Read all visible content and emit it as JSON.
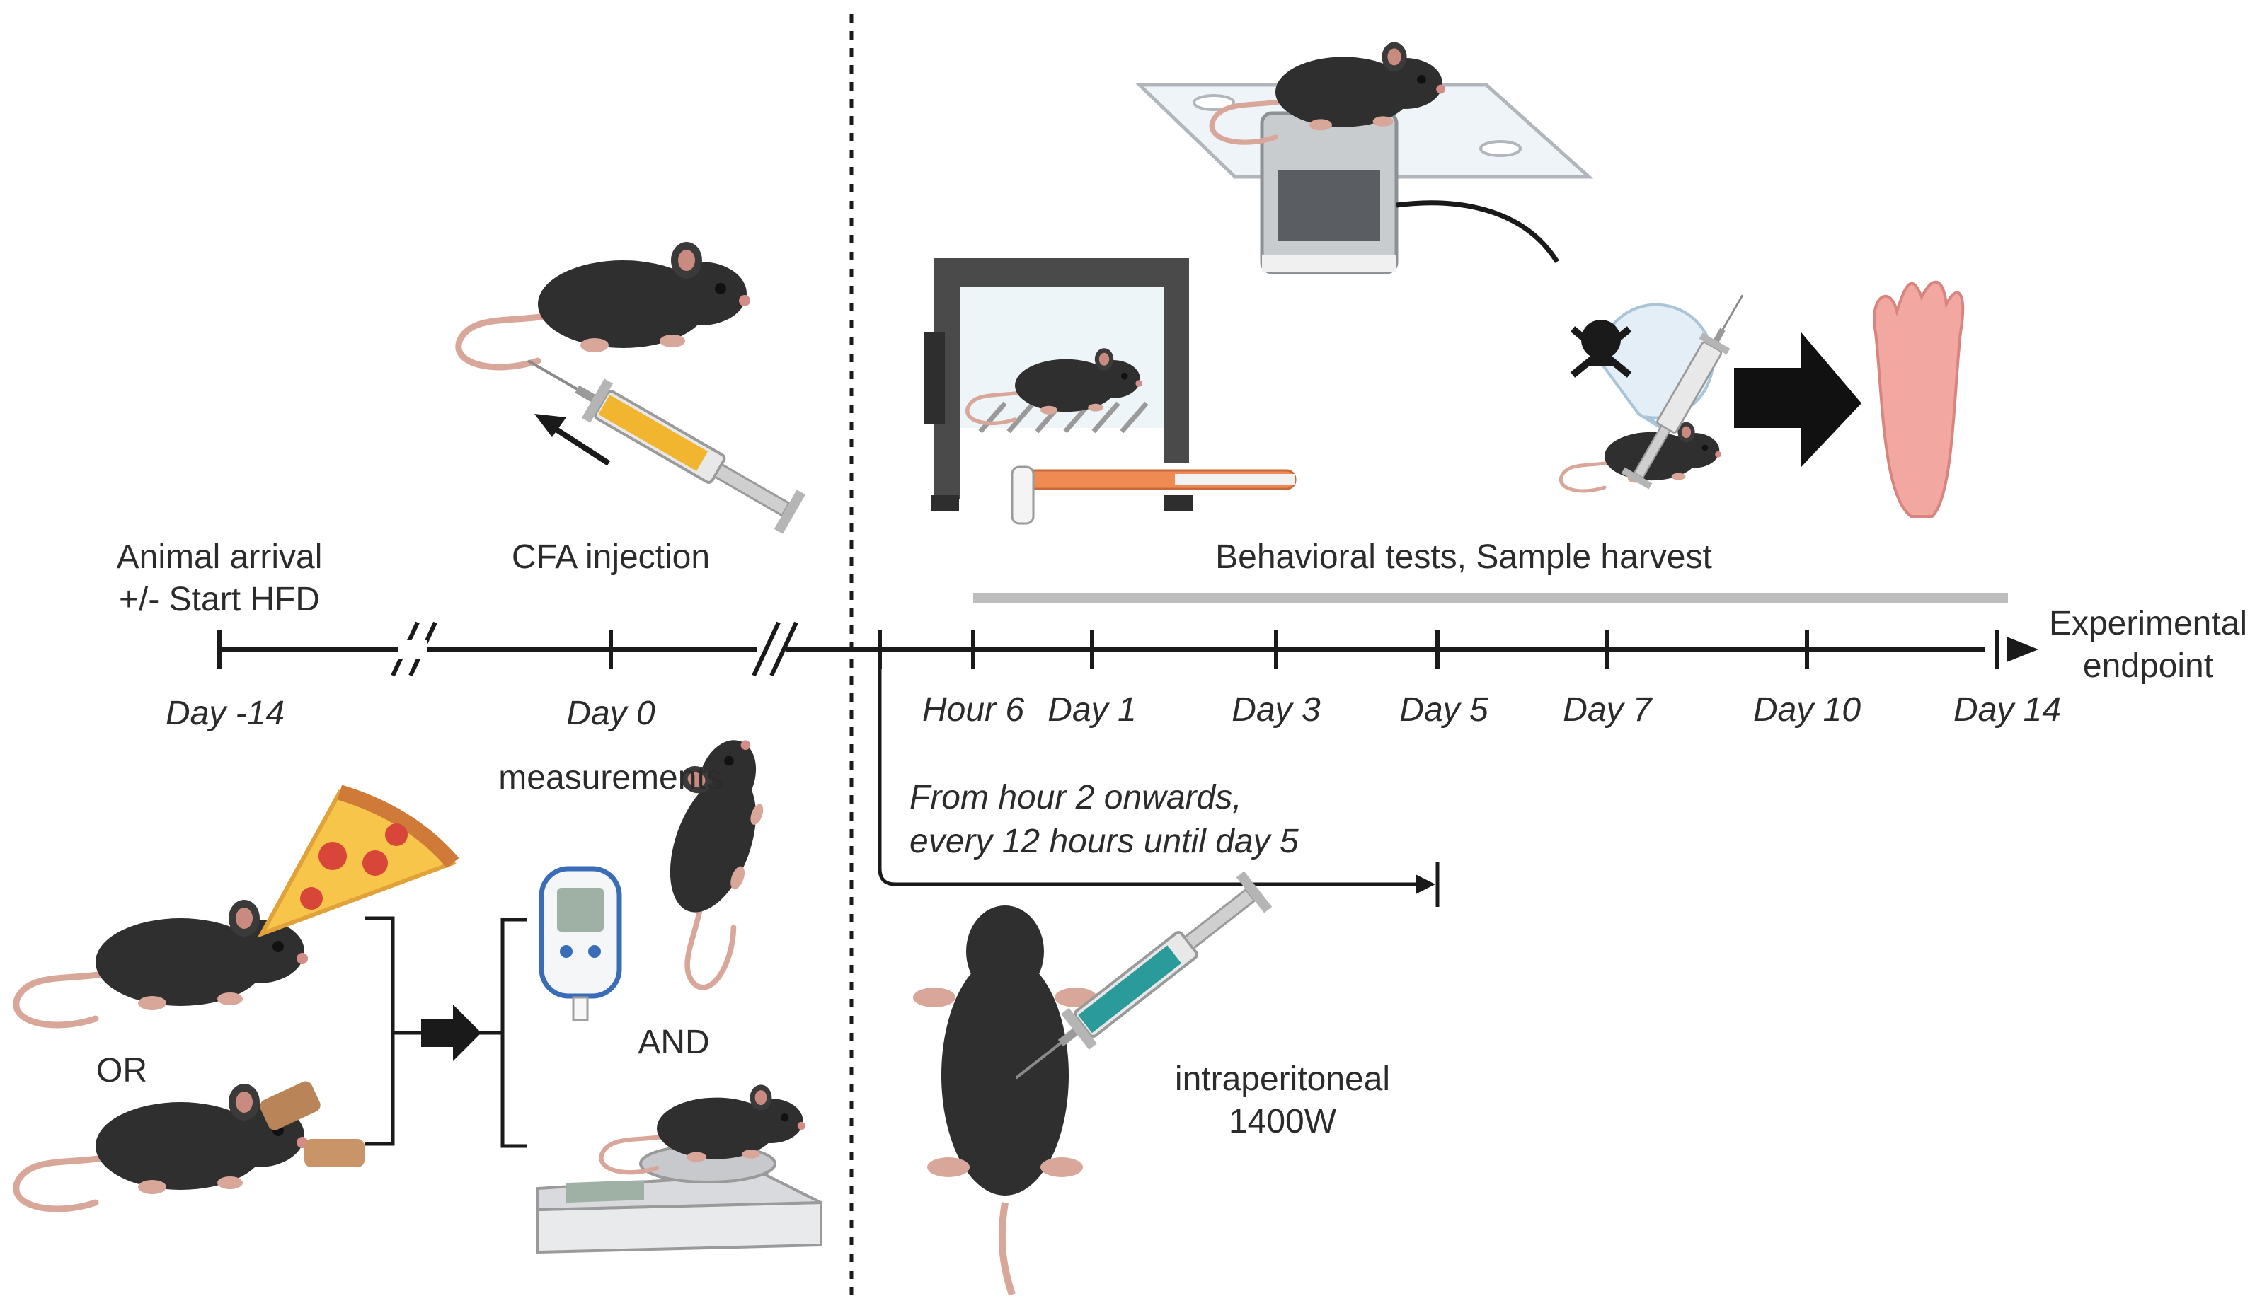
{
  "left_labels": {
    "arrival_line1": "Animal arrival",
    "arrival_line2": "+/- Start HFD",
    "cfa": "CFA injection",
    "measurements": "measurements",
    "or": "OR",
    "and": "AND"
  },
  "right_labels": {
    "behavioral": "Behavioral tests, Sample harvest",
    "endpoint_line1": "Experimental",
    "endpoint_line2": "endpoint",
    "schedule_line1": "From hour 2 onwards,",
    "schedule_line2": "every 12 hours until day 5",
    "drug_line1": "intraperitoneal",
    "drug_line2": "1400W"
  },
  "timeline": {
    "ticks": [
      "Day -14",
      "Day 0",
      "Hour 6",
      "Day 1",
      "Day 3",
      "Day 5",
      "Day 7",
      "Day 10",
      "Day 14"
    ]
  },
  "icons": {
    "mouse": "mouse-icon",
    "syringe": "syringe-icon",
    "pizza": "pizza-icon",
    "chow": "chow-pellet-icon",
    "glucometer": "glucometer-icon",
    "scale": "scale-icon",
    "von_frey": "von-frey-platform-icon",
    "hargreaves": "hargreaves-apparatus-icon",
    "skull": "skull-crossbones-icon",
    "paw": "paw-tissue-icon"
  },
  "colors": {
    "mouse_body": "#2f2f2f",
    "mouse_tail": "#d9a79a",
    "cfa_liquid": "#f2b530",
    "drug_liquid": "#2a9a9a",
    "timeline": "#1a1a1a",
    "harvest_bar": "#bdbdbd",
    "paw": "#f2a7a0"
  }
}
